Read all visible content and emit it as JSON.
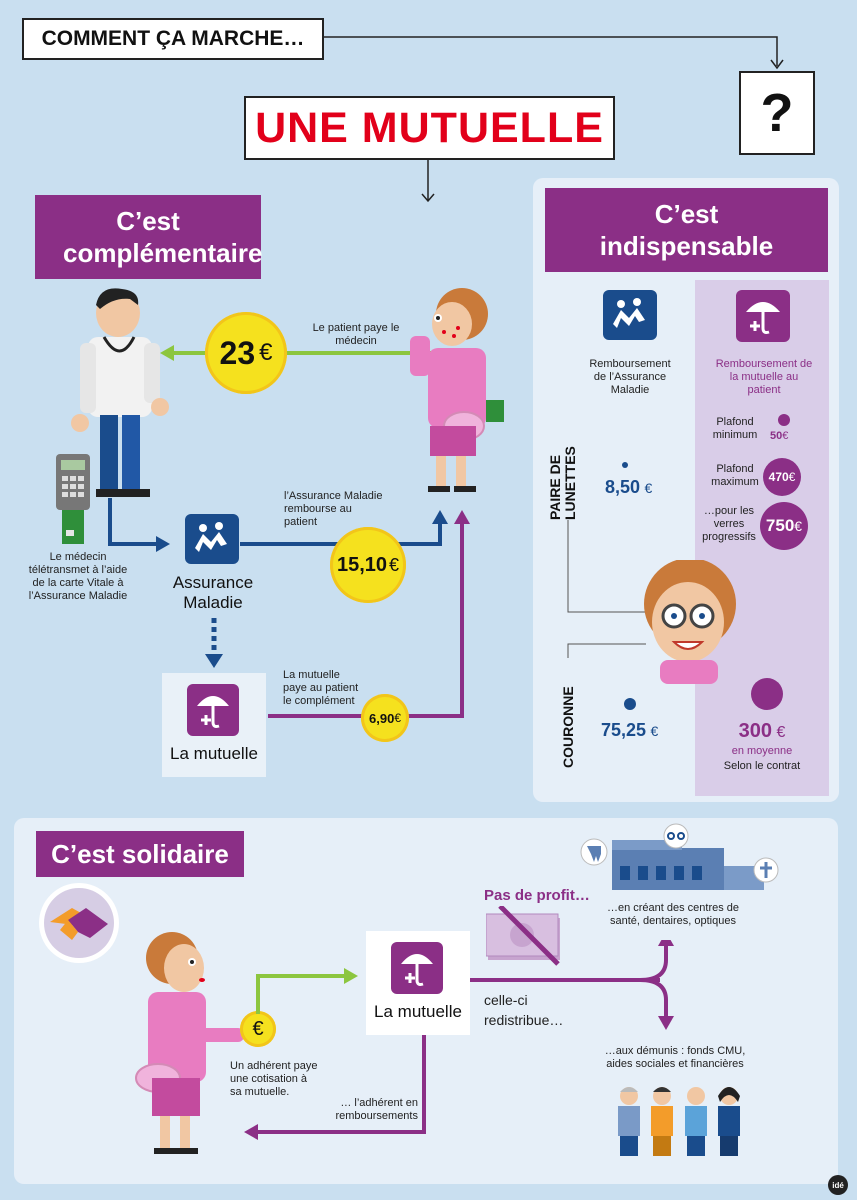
{
  "header": {
    "how": "COMMENT ÇA MARCHE…",
    "question": "?",
    "title": "UNE MUTUELLE"
  },
  "section1": {
    "title": "C’est complémentaire",
    "coin_doctor": "23",
    "coin_doctor_unit": "€",
    "label_patient_pays": "Le patient paye le médecin",
    "label_teletrans": "Le médecin télétransmet à l’aide de la carte Vitale à l’Assurance Maladie",
    "label_am_reimburses": "l’Assurance Maladie rembourse au patient",
    "coin_am": "15,10",
    "coin_am_unit": "€",
    "am_label": "Assurance Maladie",
    "label_mutuelle_pays": "La mutuelle paye au patient le complément",
    "coin_mut": "6,90",
    "coin_mut_unit": "€",
    "mutuelle_label": "La mutuelle"
  },
  "section2": {
    "title": "C’est indispensable",
    "col_am": "Remboursement de l’Assurance Maladie",
    "col_mut": "Remboursement de la mutuelle au patient",
    "row_glasses": "PAIRE DE LUNETTES",
    "glasses_am": "8,50",
    "glasses_am_unit": "€",
    "plafond_min_label": "Plafond minimum",
    "plafond_min_value": "50",
    "plafond_min_unit": "€",
    "plafond_max_label": "Plafond maximum",
    "plafond_max_value": "470",
    "plafond_max_unit": "€",
    "progressive_label": "…pour les verres progressifs",
    "progressive_value": "750",
    "progressive_unit": "€",
    "row_crown": "COURONNE",
    "crown_am": "75,25",
    "crown_am_unit": "€",
    "crown_mut": "300",
    "crown_mut_unit": "€",
    "crown_mut_note1": "en moyenne",
    "crown_mut_note2": "Selon le contrat"
  },
  "section3": {
    "title": "C’est solidaire",
    "coin_symbol": "€",
    "label_adherent": "Un adhérent paye une cotisation à sa mutuelle.",
    "mutuelle_label": "La mutuelle",
    "no_profit": "Pas de profit…",
    "redistributes": "celle-ci redistribue…",
    "to_member": "… l’adhérent en remboursements",
    "health_centers": "…en créant des centres de santé, dentaires, optiques",
    "needy": "…aux démunis : fonds CMU, aides sociales et financières"
  },
  "footer": {
    "logo": "idé"
  },
  "colors": {
    "purple": "#8b2f86",
    "blue": "#1a4c8c",
    "green": "#8cc63f",
    "red": "#e2001a",
    "coin": "#f5e11e",
    "background": "#c9dff0"
  }
}
